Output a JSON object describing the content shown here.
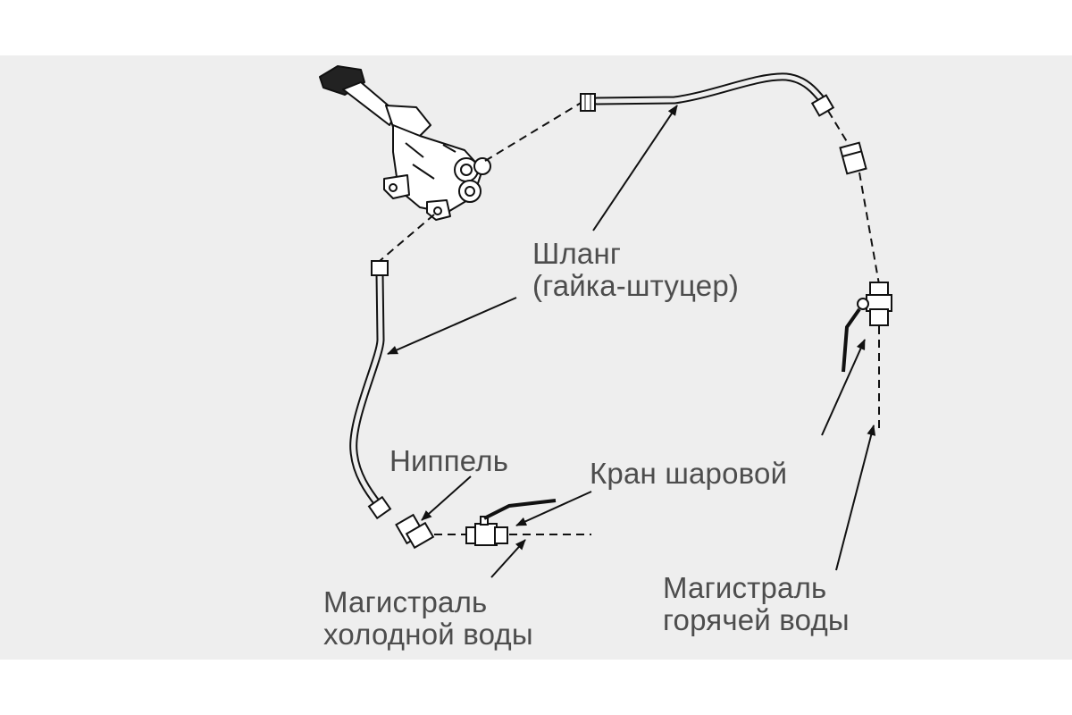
{
  "labels": {
    "hose_line1": "Шланг",
    "hose_line2": "(гайка-штуцер)",
    "nipple": "Ниппель",
    "ball_valve": "Кран шаровой",
    "cold_line1": "Магистраль",
    "cold_line2": "холодной воды",
    "hot_line1": "Магистраль",
    "hot_line2": "горячей воды"
  },
  "colors": {
    "background": "#eeeeee",
    "line": "#111111",
    "text": "#4d4d4d"
  }
}
